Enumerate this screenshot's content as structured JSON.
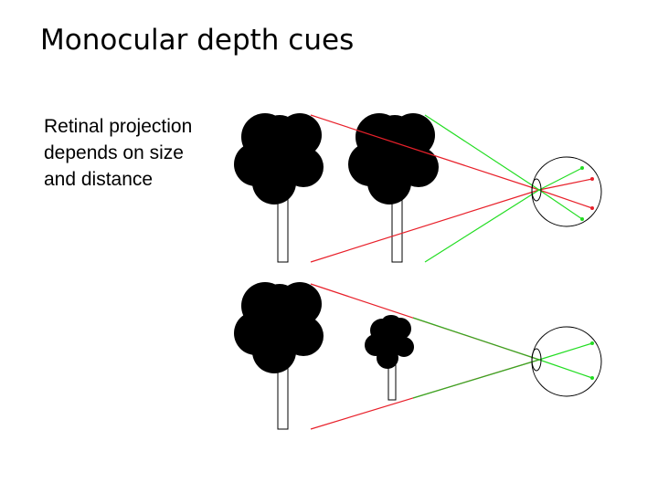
{
  "slide": {
    "title": "Monocular depth cues",
    "caption_lines": [
      "Retinal projection",
      "depends on size",
      "and distance"
    ]
  },
  "colors": {
    "tree": "#000000",
    "trunk_fill": "#ffffff",
    "ray_red": "#e8202a",
    "ray_green": "#22dd22",
    "eye_outline": "#000000"
  },
  "icons": {
    "tree": "tree-icon",
    "eye": "eye-icon"
  }
}
